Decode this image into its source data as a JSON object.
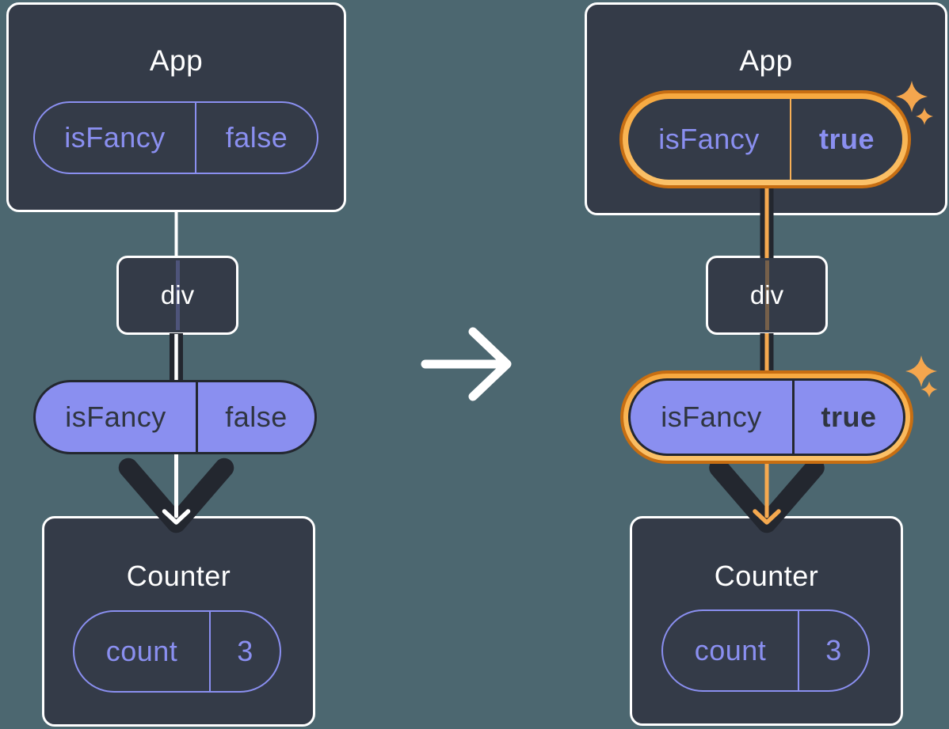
{
  "colors": {
    "background": "#4C6770",
    "card": "#343B48",
    "ink": "#23272F",
    "white": "#FFFFFF",
    "purple": "#8A8FF0",
    "pill_text_dark": "#2F3540",
    "orange": "#F5A94F",
    "orange_light": "#F8B056",
    "orange_dark": "#C76E12",
    "sparkle": "#F4A64E"
  },
  "left_tree": {
    "app": {
      "title": "App",
      "prop": {
        "key": "isFancy",
        "value": "false"
      }
    },
    "div_node": {
      "label": "div"
    },
    "passed_prop": {
      "key": "isFancy",
      "value": "false"
    },
    "counter": {
      "title": "Counter",
      "state": {
        "key": "count",
        "value": "3"
      }
    }
  },
  "right_tree": {
    "app": {
      "title": "App",
      "prop": {
        "key": "isFancy",
        "value": "true"
      }
    },
    "div_node": {
      "label": "div"
    },
    "passed_prop": {
      "key": "isFancy",
      "value": "true"
    },
    "counter": {
      "title": "Counter",
      "state": {
        "key": "count",
        "value": "3"
      }
    }
  }
}
